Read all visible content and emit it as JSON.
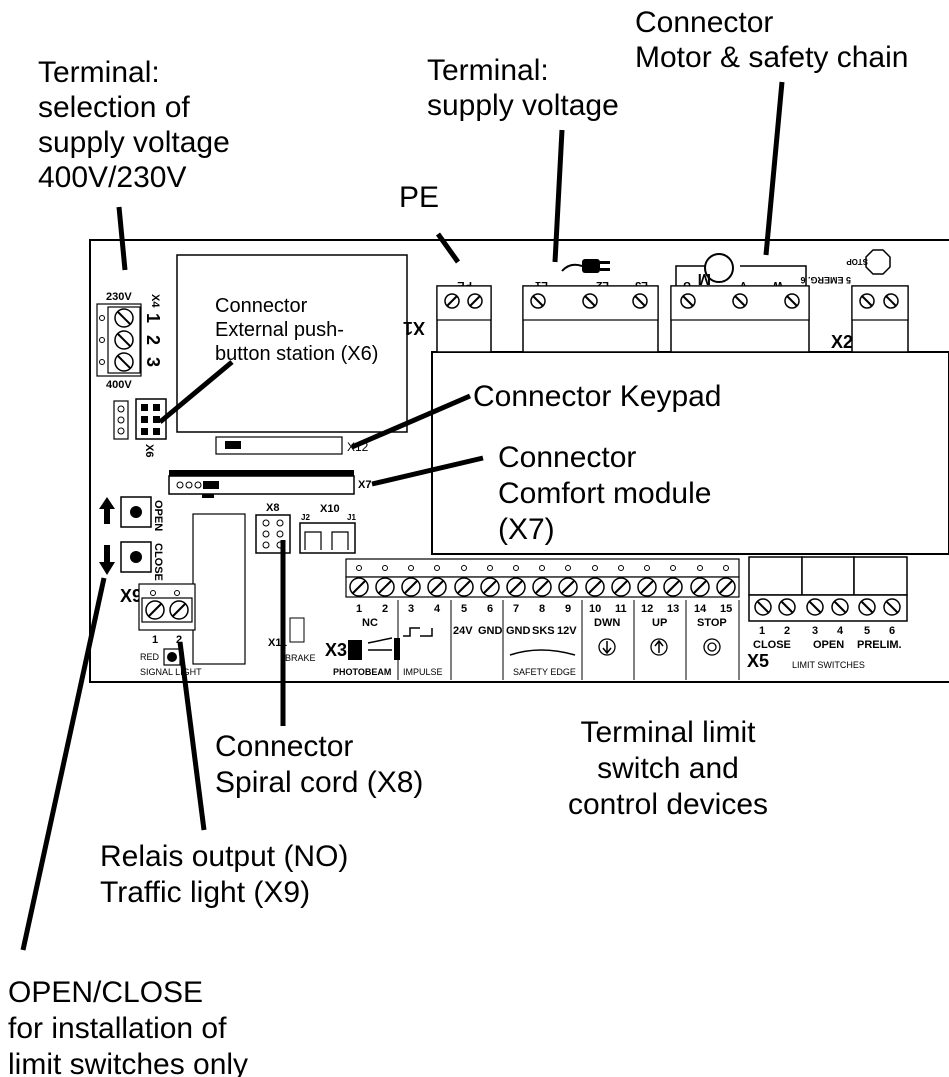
{
  "callouts": {
    "terminal_voltage_select": [
      "Terminal:",
      "selection of",
      "supply voltage",
      "400V/230V"
    ],
    "terminal_supply": [
      "Terminal:",
      "supply voltage"
    ],
    "connector_motor": [
      "Connector",
      "Motor & safety chain"
    ],
    "pe": "PE",
    "connector_pushbutton": [
      "Connector",
      "External push-",
      "button station (X6)"
    ],
    "connector_keypad": "Connector Keypad",
    "connector_comfort": [
      "Connector",
      "Comfort module",
      "(X7)"
    ],
    "connector_spiral": [
      "Connector",
      "Spiral cord (X8)"
    ],
    "terminal_limit": [
      "Terminal limit",
      "switch and",
      "control devices"
    ],
    "relais_output": [
      "Relais output (NO)",
      "Traffic light (X9)"
    ],
    "open_close_note": [
      "OPEN/CLOSE",
      "for installation of",
      "limit switches only"
    ]
  },
  "board": {
    "v230": "230V",
    "v400": "400V",
    "x4": "X4",
    "x4_pins": [
      "1",
      "2",
      "3"
    ],
    "x6": "X6",
    "x12": "X12",
    "x7": "X7",
    "x8": "X8",
    "x10": "X10",
    "j1": "J1",
    "j2": "J2",
    "x1": "X1",
    "x2": "X2",
    "x3": "X3",
    "x5": "X5",
    "x9": "X9",
    "x11": "X11",
    "brake": "BRAKE",
    "open": "OPEN",
    "close": "CLOSE",
    "pe_top": "PE",
    "l1": "L1",
    "l2": "L2",
    "l3": "L3",
    "u": "U",
    "v": "V",
    "w": "W",
    "stop_sym": "STOP",
    "emerg": "5 EMERG. 6",
    "signal_pins": [
      "1",
      "2"
    ],
    "red": "RED",
    "signal_light": "SIGNAL LIGHT",
    "ctrl_pins": [
      "1",
      "2",
      "3",
      "4",
      "5",
      "6",
      "7",
      "8",
      "9",
      "10",
      "11",
      "12",
      "13",
      "14",
      "15"
    ],
    "nc": "NC",
    "v24": "24V",
    "gnd": "GND",
    "gnd2": "GND",
    "sks": "SKS",
    "v12": "12V",
    "dwn": "DWN",
    "up": "UP",
    "stop": "STOP",
    "photobeam": "PHOTOBEAM",
    "impulse": "IMPULSE",
    "safety_edge": "SAFETY EDGE",
    "limit_pins": [
      "1",
      "2",
      "3",
      "4",
      "5",
      "6"
    ],
    "limit_close": "CLOSE",
    "limit_open": "OPEN",
    "limit_prelim": "PRELIM.",
    "limit_switches": "LIMIT SWITCHES"
  }
}
